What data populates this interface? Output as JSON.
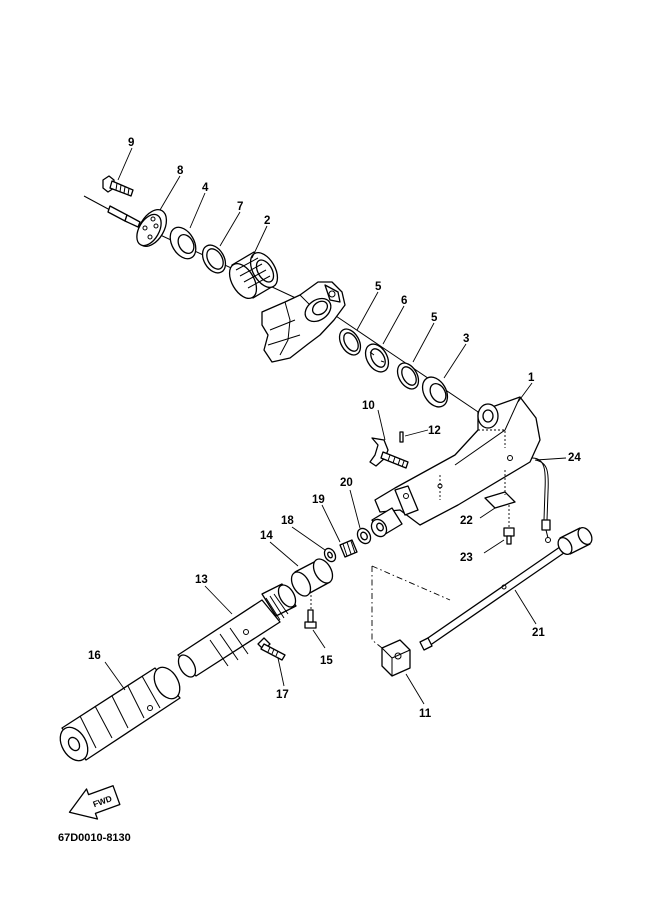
{
  "diagram_code": "67D0010-8130",
  "fwd_label": "FWD",
  "callouts": [
    {
      "id": "p1",
      "label": "1"
    },
    {
      "id": "p2",
      "label": "2"
    },
    {
      "id": "p3",
      "label": "3"
    },
    {
      "id": "p4",
      "label": "4"
    },
    {
      "id": "p5a",
      "label": "5"
    },
    {
      "id": "p5b",
      "label": "5"
    },
    {
      "id": "p6",
      "label": "6"
    },
    {
      "id": "p7",
      "label": "7"
    },
    {
      "id": "p8",
      "label": "8"
    },
    {
      "id": "p9",
      "label": "9"
    },
    {
      "id": "p10",
      "label": "10"
    },
    {
      "id": "p11",
      "label": "11"
    },
    {
      "id": "p12",
      "label": "12"
    },
    {
      "id": "p13",
      "label": "13"
    },
    {
      "id": "p14",
      "label": "14"
    },
    {
      "id": "p15",
      "label": "15"
    },
    {
      "id": "p16",
      "label": "16"
    },
    {
      "id": "p17",
      "label": "17"
    },
    {
      "id": "p18",
      "label": "18"
    },
    {
      "id": "p19",
      "label": "19"
    },
    {
      "id": "p20",
      "label": "20"
    },
    {
      "id": "p21",
      "label": "21"
    },
    {
      "id": "p22",
      "label": "22"
    },
    {
      "id": "p23",
      "label": "23"
    },
    {
      "id": "p24",
      "label": "24"
    }
  ]
}
